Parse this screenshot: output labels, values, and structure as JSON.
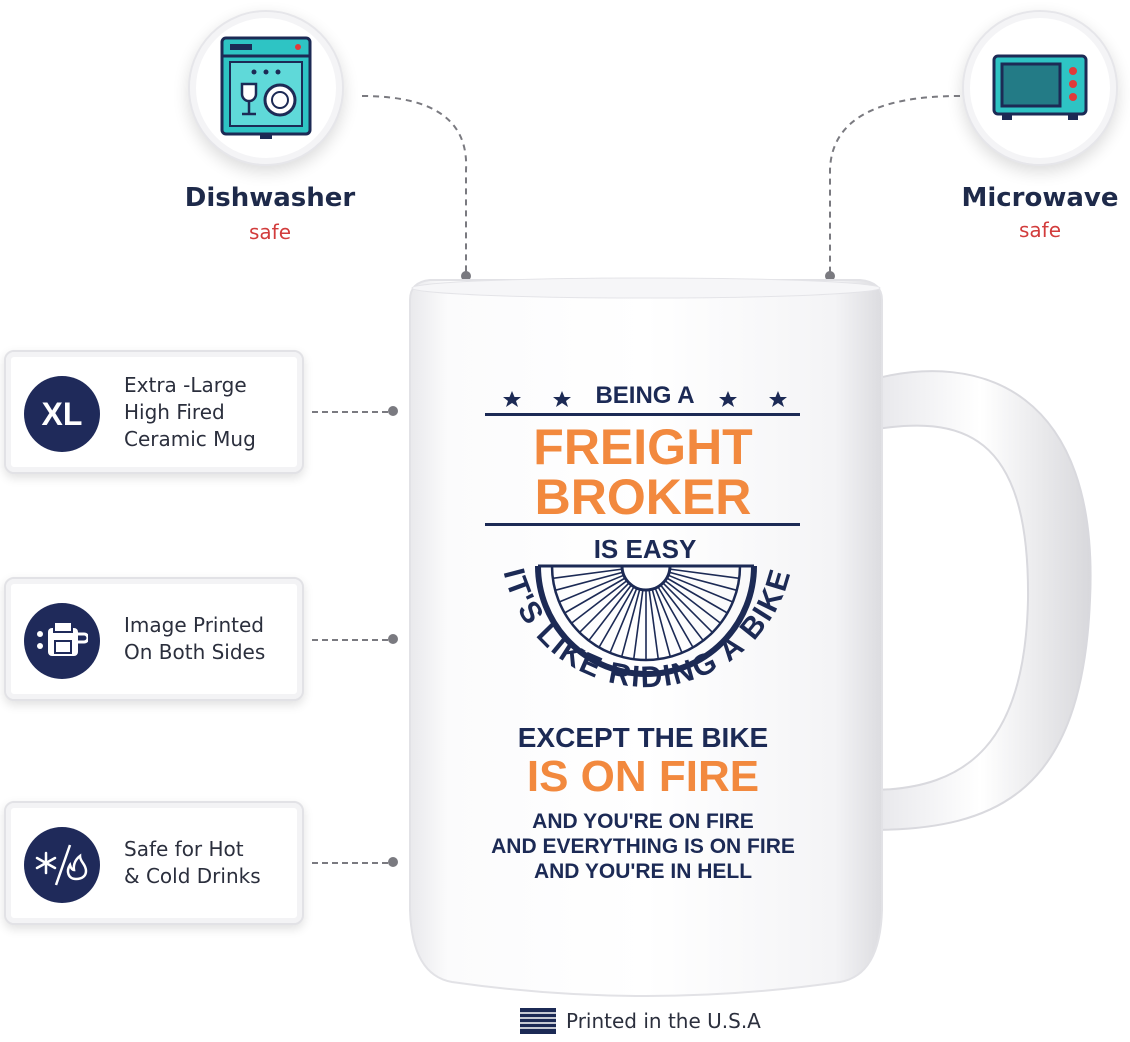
{
  "badges": {
    "dishwasher": {
      "title": "Dishwasher",
      "sub": "safe",
      "icon": "dishwasher-icon"
    },
    "microwave": {
      "title": "Microwave",
      "sub": "safe",
      "icon": "microwave-icon"
    }
  },
  "features": [
    {
      "icon_text": "XL",
      "lines": [
        "Extra -Large",
        "High Fired",
        "Ceramic Mug"
      ]
    },
    {
      "icon": "printer-icon",
      "lines": [
        "Image Printed",
        "On Both Sides"
      ]
    },
    {
      "icon": "snowflake-fire-icon",
      "lines": [
        "Safe for Hot",
        "& Cold Drinks"
      ]
    }
  ],
  "mug": {
    "line1": "BEING A",
    "line2": "FREIGHT",
    "line3": "BROKER",
    "line4": "IS EASY",
    "arc": "IT'S LIKE RIDING A BIKE",
    "line5": "EXCEPT THE BIKE",
    "line6": "IS ON FIRE",
    "line7": "AND YOU'RE ON FIRE",
    "line8": "AND EVERYTHING IS ON FIRE",
    "line9": "AND YOU'RE IN HELL"
  },
  "footer": {
    "text": "Printed in the U.S.A",
    "icon": "us-flag-icon"
  },
  "colors": {
    "navy": "#1c2a55",
    "orange": "#f2893e",
    "teal": "#2ec4c4",
    "red": "#d23c3c"
  }
}
